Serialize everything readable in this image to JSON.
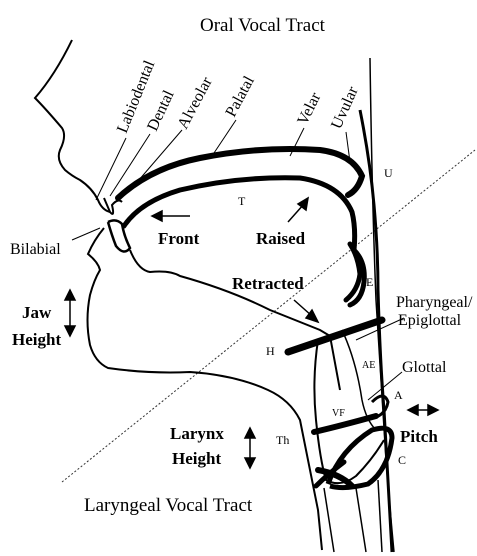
{
  "titles": {
    "top": "Oral Vocal Tract",
    "bottom": "Laryngeal Vocal Tract"
  },
  "places": {
    "labiodental": "Labiodental",
    "dental": "Dental",
    "alveolar": "Alveolar",
    "palatal": "Palatal",
    "velar": "Velar",
    "uvular": "Uvular",
    "bilabial": "Bilabial",
    "pharyngeal_line1": "Pharyngeal/",
    "pharyngeal_line2": "Epiglottal",
    "glottal": "Glottal"
  },
  "movements": {
    "front": "Front",
    "raised": "Raised",
    "retracted": "Retracted",
    "jaw_line1": "Jaw",
    "jaw_line2": "Height",
    "larynx_line1": "Larynx",
    "larynx_line2": "Height",
    "pitch": "Pitch"
  },
  "structure_letters": {
    "uvula": "U",
    "tongue": "T",
    "epiglottis": "E",
    "hyoid": "H",
    "aryepiglottic": "AE",
    "vocal_folds": "VF",
    "arytenoid": "A",
    "thyroid": "Th",
    "cricoid": "C"
  }
}
